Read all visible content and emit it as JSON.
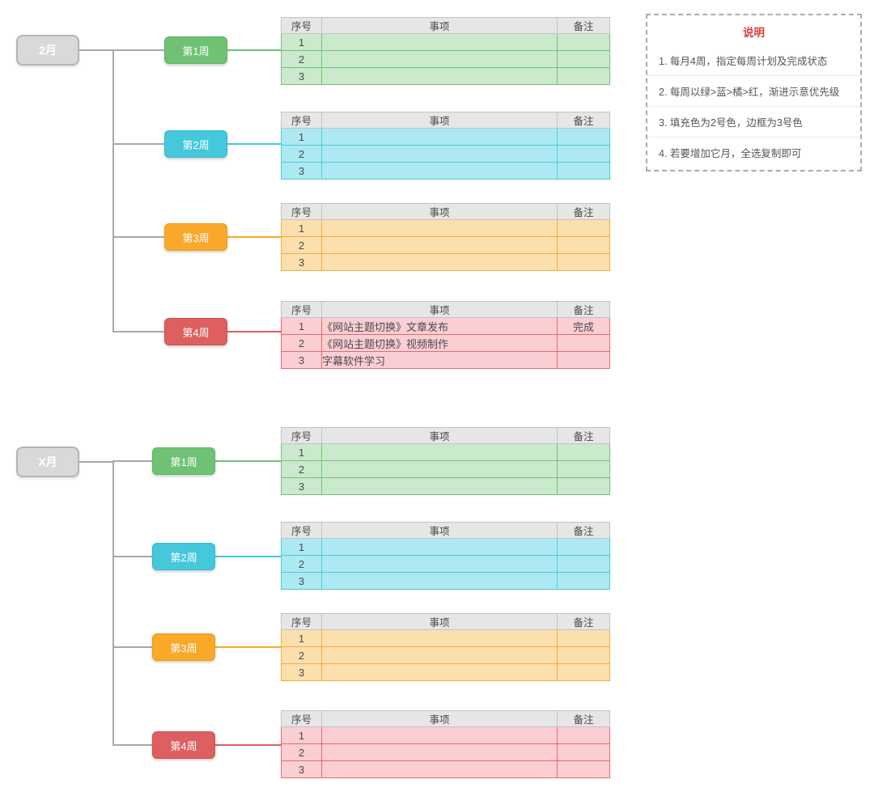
{
  "labels": {
    "col_no": "序号",
    "col_item": "事项",
    "col_note": "备注"
  },
  "colors": {
    "priority_order": [
      "green",
      "blue",
      "orange",
      "red"
    ],
    "green": {
      "node": "#6FC273",
      "fill": "#CBE9CC",
      "border": "#74C177"
    },
    "blue": {
      "node": "#45C8DC",
      "fill": "#ACE9F2",
      "border": "#4EC9DB"
    },
    "orange": {
      "node": "#FAA829",
      "fill": "#FBE0AE",
      "border": "#F6AA3C"
    },
    "red": {
      "node": "#DE5F5F",
      "fill": "#FBCED3",
      "border": "#E8696E"
    },
    "month_node": "#D9D9D9",
    "table_header_fill": "#E6E6E6",
    "legend_title": "#E03C3C"
  },
  "blocks": [
    {
      "month": "2月",
      "weeks": [
        {
          "label": "第1周",
          "color": "green",
          "rows": [
            {
              "no": "1",
              "item": "",
              "note": ""
            },
            {
              "no": "2",
              "item": "",
              "note": ""
            },
            {
              "no": "3",
              "item": "",
              "note": ""
            }
          ]
        },
        {
          "label": "第2周",
          "color": "blue",
          "rows": [
            {
              "no": "1",
              "item": "",
              "note": ""
            },
            {
              "no": "2",
              "item": "",
              "note": ""
            },
            {
              "no": "3",
              "item": "",
              "note": ""
            }
          ]
        },
        {
          "label": "第3周",
          "color": "orange",
          "rows": [
            {
              "no": "1",
              "item": "",
              "note": ""
            },
            {
              "no": "2",
              "item": "",
              "note": ""
            },
            {
              "no": "3",
              "item": "",
              "note": ""
            }
          ]
        },
        {
          "label": "第4周",
          "color": "red",
          "rows": [
            {
              "no": "1",
              "item": "《网站主题切换》文章发布",
              "note": "完成"
            },
            {
              "no": "2",
              "item": "《网站主题切换》视频制作",
              "note": ""
            },
            {
              "no": "3",
              "item": "字幕软件学习",
              "note": ""
            }
          ]
        }
      ]
    },
    {
      "month": "X月",
      "weeks": [
        {
          "label": "第1周",
          "color": "green",
          "rows": [
            {
              "no": "1",
              "item": "",
              "note": ""
            },
            {
              "no": "2",
              "item": "",
              "note": ""
            },
            {
              "no": "3",
              "item": "",
              "note": ""
            }
          ]
        },
        {
          "label": "第2周",
          "color": "blue",
          "rows": [
            {
              "no": "1",
              "item": "",
              "note": ""
            },
            {
              "no": "2",
              "item": "",
              "note": ""
            },
            {
              "no": "3",
              "item": "",
              "note": ""
            }
          ]
        },
        {
          "label": "第3周",
          "color": "orange",
          "rows": [
            {
              "no": "1",
              "item": "",
              "note": ""
            },
            {
              "no": "2",
              "item": "",
              "note": ""
            },
            {
              "no": "3",
              "item": "",
              "note": ""
            }
          ]
        },
        {
          "label": "第4周",
          "color": "red",
          "rows": [
            {
              "no": "1",
              "item": "",
              "note": ""
            },
            {
              "no": "2",
              "item": "",
              "note": ""
            },
            {
              "no": "3",
              "item": "",
              "note": ""
            }
          ]
        }
      ]
    }
  ],
  "note": {
    "title": "说明",
    "items": [
      "1. 每月4周，指定每周计划及完成状态",
      "2. 每周以绿>蓝>橘>红，渐进示意优先级",
      "3. 填充色为2号色，边框为3号色",
      "4. 若要增加它月，全选复制即可"
    ]
  }
}
